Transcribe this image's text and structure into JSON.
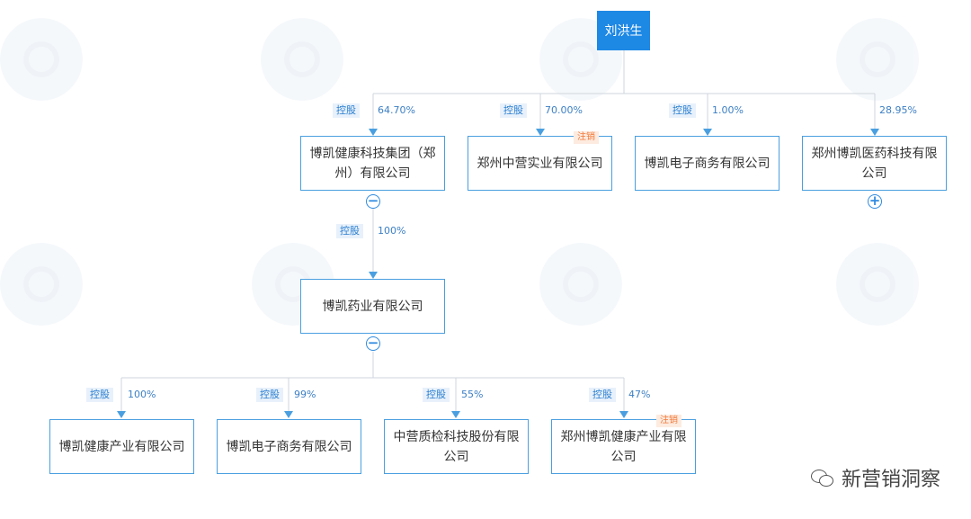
{
  "root": {
    "name": "刘洪生"
  },
  "labels": {
    "control": "控股",
    "cancelled": "注销"
  },
  "level1": [
    {
      "name": "博凯健康科技集团（郑州）有限公司",
      "pct": "64.70%"
    },
    {
      "name": "郑州中营实业有限公司",
      "pct": "70.00%"
    },
    {
      "name": "博凯电子商务有限公司",
      "pct": "1.00%"
    },
    {
      "name": "郑州博凯医药科技有限公司",
      "pct": "28.95%"
    }
  ],
  "level2": {
    "name": "博凯药业有限公司",
    "pct": "100%"
  },
  "level3": [
    {
      "name": "博凯健康产业有限公司",
      "pct": "100%"
    },
    {
      "name": "博凯电子商务有限公司",
      "pct": "99%"
    },
    {
      "name": "中营质检科技股份有限公司",
      "pct": "55%"
    },
    {
      "name": "郑州博凯健康产业有限公司",
      "pct": "47%"
    }
  ],
  "toggles": {
    "collapse": "−",
    "expand": "+"
  },
  "brand": {
    "text": "新营销洞察"
  }
}
